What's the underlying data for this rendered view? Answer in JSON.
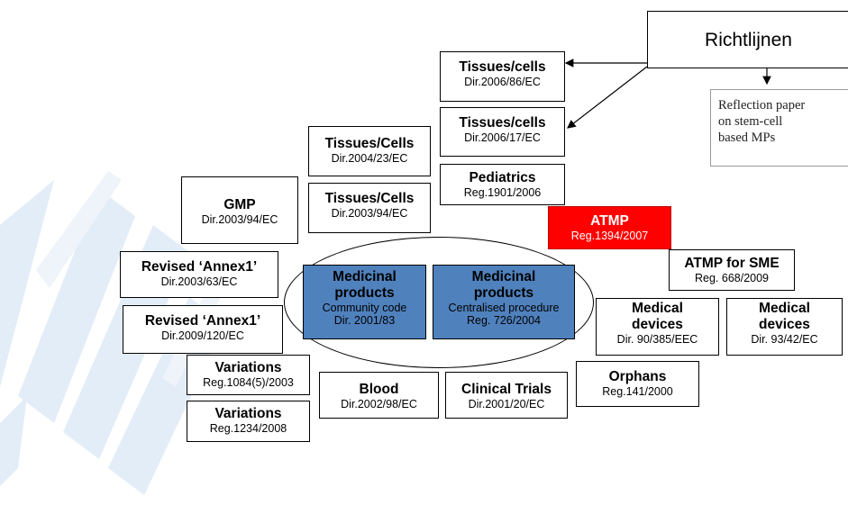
{
  "diagram": {
    "colors": {
      "atmp": "#ff0000",
      "medicinal": "#4f81bd",
      "border": "#000000"
    },
    "richtlijnen": "Richtlijnen",
    "reflection": [
      "Reflection paper",
      "on stem-cell",
      "based MPs"
    ],
    "boxes": {
      "tissues1": {
        "title": "Tissues/cells",
        "ref": "Dir.2006/86/EC"
      },
      "tissues2": {
        "title": "Tissues/cells",
        "ref": "Dir.2006/17/EC"
      },
      "tissues3": {
        "title": "Tissues/Cells",
        "ref": "Dir.2004/23/EC"
      },
      "tissues4": {
        "title": "Tissues/Cells",
        "ref": "Dir.2003/94/EC"
      },
      "pediatrics": {
        "title": "Pediatrics",
        "ref": "Reg.1901/2006"
      },
      "gmp": {
        "title": "GMP",
        "ref": "Dir.2003/94/EC"
      },
      "atmp": {
        "title": "ATMP",
        "ref": "Reg.1394/2007"
      },
      "atmp_sme": {
        "title": "ATMP for SME",
        "ref": "Reg. 668/2009"
      },
      "annex1a": {
        "title": "Revised ‘Annex1’",
        "ref": "Dir.2003/63/EC"
      },
      "annex1b": {
        "title": "Revised ‘Annex1’",
        "ref": "Dir.2009/120/EC"
      },
      "med1": {
        "title1": "Medicinal",
        "title2": "products",
        "sub": "Community code",
        "ref": "Dir. 2001/83"
      },
      "med2": {
        "title1": "Medicinal",
        "title2": "products",
        "sub": "Centralised procedure",
        "ref": "Reg. 726/2004"
      },
      "devices1": {
        "title1": "Medical",
        "title2": "devices",
        "ref": "Dir. 90/385/EEC"
      },
      "devices2": {
        "title1": "Medical",
        "title2": "devices",
        "ref": "Dir. 93/42/EC"
      },
      "variations1": {
        "title": "Variations",
        "ref": "Reg.1084(5)/2003"
      },
      "variations2": {
        "title": "Variations",
        "ref": "Reg.1234/2008"
      },
      "blood": {
        "title": "Blood",
        "ref": "Dir.2002/98/EC"
      },
      "clinical": {
        "title": "Clinical Trials",
        "ref": "Dir.2001/20/EC"
      },
      "orphans": {
        "title": "Orphans",
        "ref": "Reg.141/2000"
      }
    }
  }
}
